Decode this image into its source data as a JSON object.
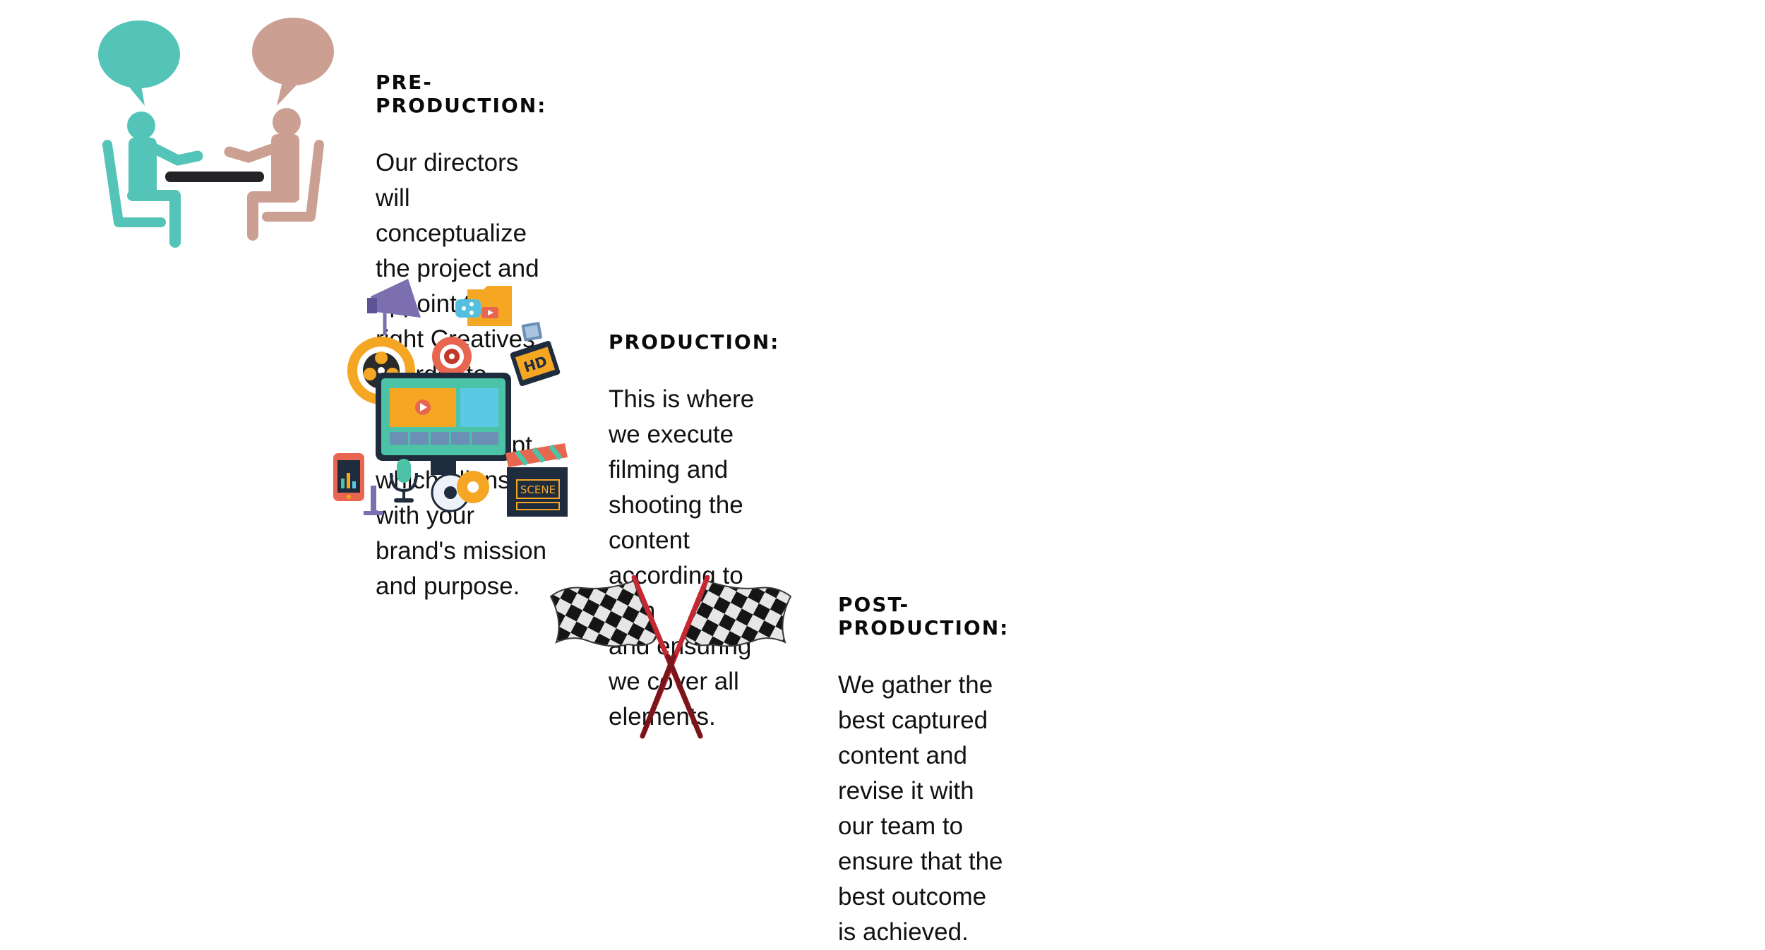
{
  "sections": [
    {
      "icon": "meeting-icon",
      "heading": "PRE-PRODUCTION:",
      "line1": "Our directors will conceptualize the project and appoint the right Creatives in order to",
      "line2": "develop a visual concept which aligns with your brand's mission and purpose."
    },
    {
      "icon": "media-production-icon",
      "heading": "PRODUCTION:",
      "line1": "This is where we execute filming and shooting the content according to plan",
      "line2": "and ensuring we cover all elements.",
      "icon_labels": {
        "hd": "HD",
        "scene": "SCENE"
      }
    },
    {
      "icon": "checkered-flags-icon",
      "heading": "POST-PRODUCTION:",
      "line1": "We gather the best captured content and revise it with our team to",
      "line2": "ensure that the best outcome is achieved."
    }
  ],
  "colors": {
    "teal": "#55c4b8",
    "rose": "#cc9f93",
    "purple": "#7b6fb0",
    "orange": "#f5a623",
    "coral": "#e8664f",
    "navy": "#1f2c3d",
    "flag_red": "#c62730"
  }
}
